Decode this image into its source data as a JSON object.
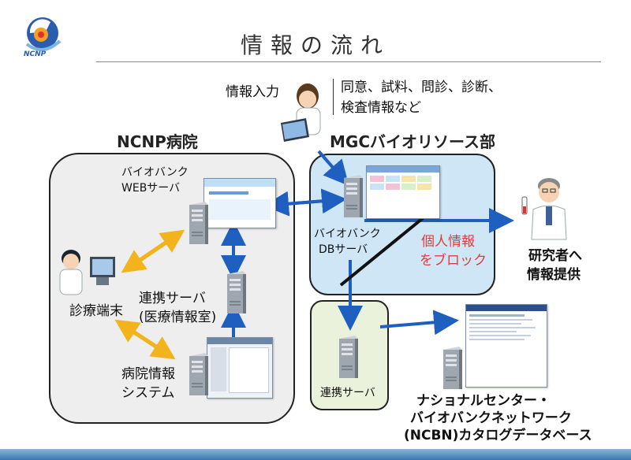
{
  "title": "情報の流れ",
  "logo": {
    "text": "NCNP",
    "icon": "ncnp-logo-icon"
  },
  "info_input": {
    "label": "情報入力",
    "items_line1": "同意、試料、問診、診断、",
    "items_line2": "検査情報など"
  },
  "hospital": {
    "title": "NCNP病院",
    "web_server_line1": "バイオバンク",
    "web_server_line2": "WEBサーバ",
    "linkage_server_line1": "連携サーバ",
    "linkage_server_line2": "(医療情報室)",
    "terminal_label": "診療端末",
    "his_line1": "病院情報",
    "his_line2": "システム"
  },
  "mgc": {
    "title": "MGCバイオリソース部",
    "db_server_line1": "バイオバンク",
    "db_server_line2": "DBサーバ",
    "block_line1": "個人情報",
    "block_line2": "をブロック"
  },
  "researcher": {
    "line1": "研究者へ",
    "line2": "情報提供"
  },
  "renkei": {
    "label": "連携サーバ"
  },
  "ncbn": {
    "line1": "ナショナルセンター・",
    "line2": "バイオバンクネットワーク",
    "line3": "(NCBN)カタログデータベース"
  },
  "colors": {
    "arrow_blue": "#1f5fbf",
    "arrow_yellow": "#f2b31d",
    "block_red": "#e03c3c",
    "mgc_fill": "#cfe6f6",
    "hospital_fill": "#eeeeee",
    "renkei_fill": "#eaf2dc"
  }
}
